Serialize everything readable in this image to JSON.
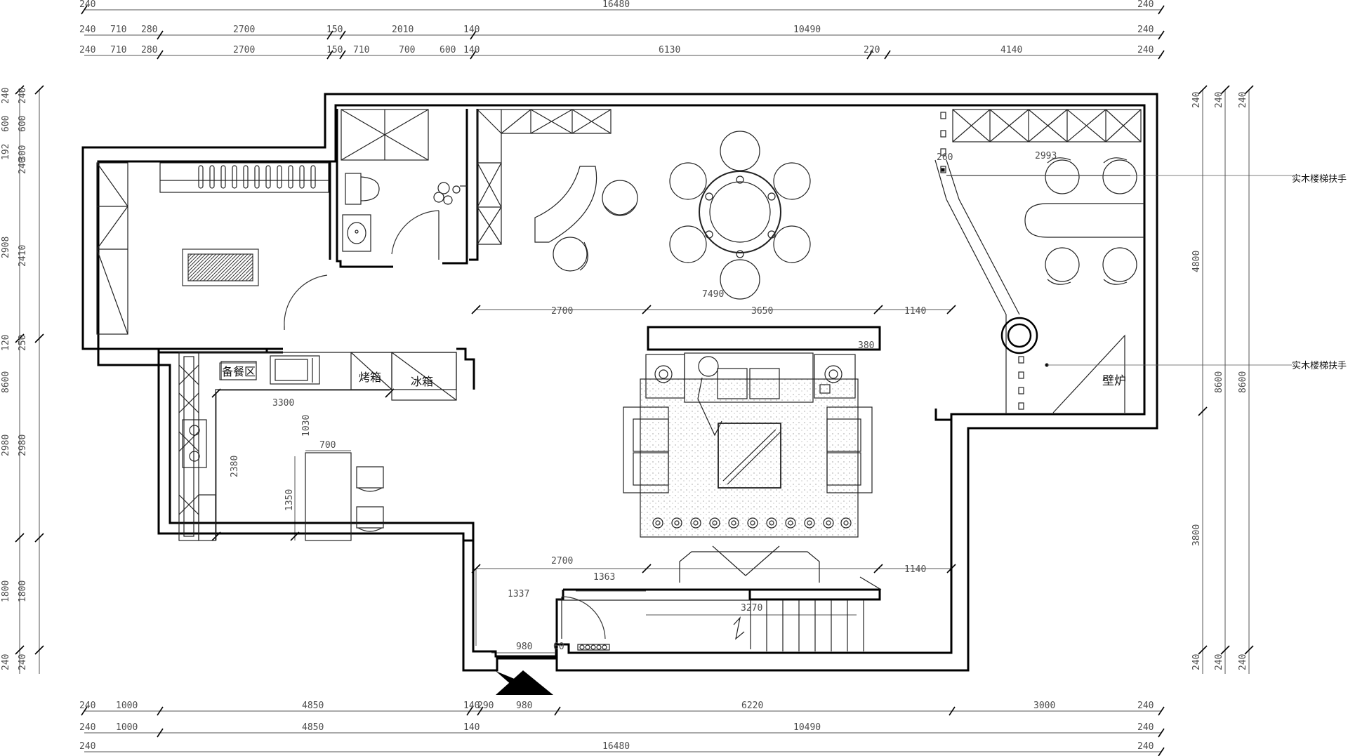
{
  "dimensions": {
    "top_row1": [
      "240",
      "16480",
      "240"
    ],
    "top_row2": [
      "240",
      "710",
      "280",
      "2700",
      "150",
      "2010",
      "140",
      "10490",
      "240"
    ],
    "top_row3": [
      "240",
      "710",
      "280",
      "2700",
      "150",
      "710",
      "700",
      "600",
      "140",
      "6130",
      "220",
      "4140",
      "240"
    ],
    "bottom_row1": [
      "240",
      "1000",
      "4850",
      "140",
      "290",
      "980",
      "6220",
      "3000",
      "240"
    ],
    "bottom_row2": [
      "240",
      "1000",
      "4850",
      "140",
      "10490",
      "240"
    ],
    "bottom_row3": [
      "240",
      "16480",
      "240"
    ],
    "left_col1": [
      "240",
      "600",
      "192",
      "2908",
      "120",
      "2980",
      "1800",
      "240"
    ],
    "left_col2": [
      "240",
      "600",
      "300",
      "240",
      "2410",
      "250",
      "2980",
      "1800",
      "240"
    ],
    "left_overall": "8600",
    "right_col1": [
      "240",
      "4800",
      "3800",
      "240"
    ],
    "right_col2": [
      "240",
      "8600",
      "240"
    ],
    "right_col3": [
      "240",
      "8600",
      "240"
    ],
    "interior": {
      "upper_2700": "2700",
      "upper_3650": "3650",
      "upper_1140": "1140",
      "dining_7490": "7490",
      "stair_2993": "2993",
      "stair_260": "260",
      "tv_380": "380",
      "kitchen_3300": "3300",
      "kitchen_1030": "1030",
      "bar_700": "700",
      "kitchen_2380": "2380",
      "bar_1350": "1350",
      "lower_2700": "2700",
      "lower_1363": "1363",
      "lower_1140": "1140",
      "door_1337": "1337",
      "stair_3270": "3270",
      "door_980": "980",
      "door_60": "60"
    }
  },
  "rooms": {
    "prep_area": "备餐区",
    "oven": "烤箱",
    "fridge": "冰箱",
    "fireplace": "壁炉"
  },
  "notes": {
    "handrail_top": "实木楼梯扶手",
    "handrail_bottom": "实木楼梯扶手"
  },
  "colors": {
    "wall": "#000000",
    "line": "#222222",
    "dimension": "#555555"
  }
}
